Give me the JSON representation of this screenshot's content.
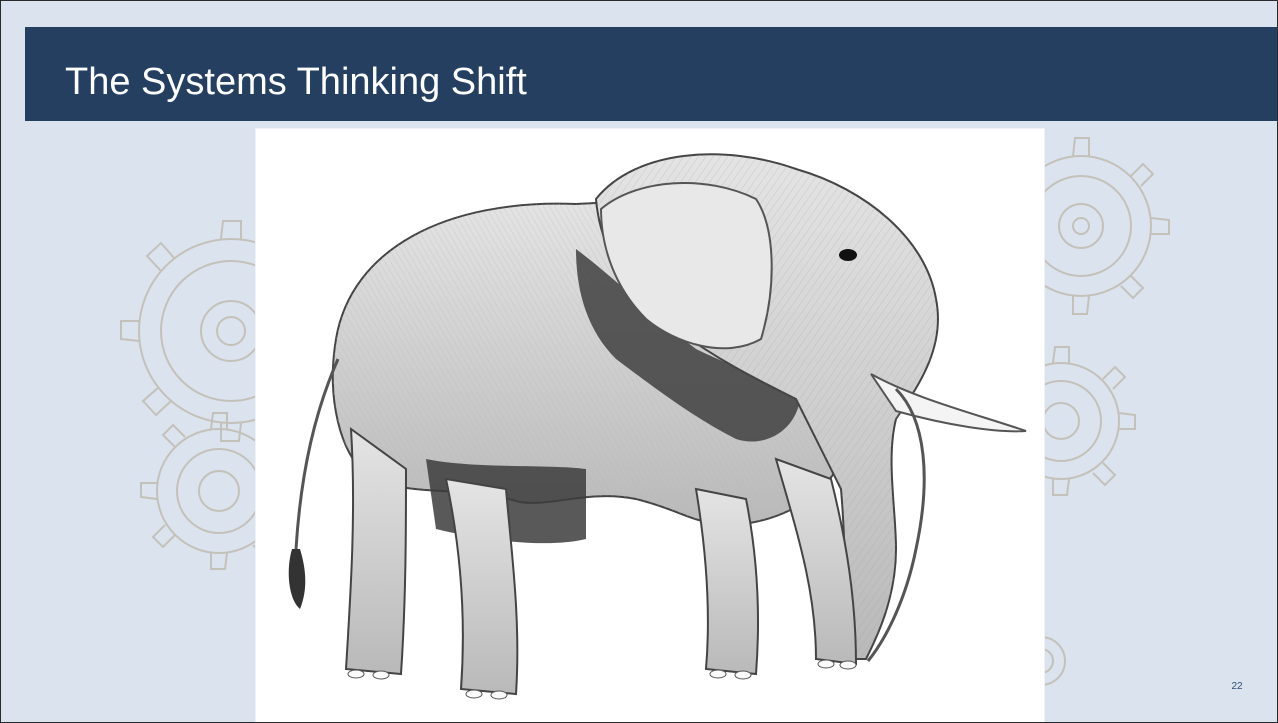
{
  "slide": {
    "title": "The Systems Thinking Shift",
    "page_number": "22"
  },
  "illustration": {
    "subject": "elephant-sketch"
  },
  "colors": {
    "title_band": "#243f60",
    "background": "#dbe3ee",
    "title_text": "#ffffff",
    "gear_outline": "#b7b0a3"
  }
}
